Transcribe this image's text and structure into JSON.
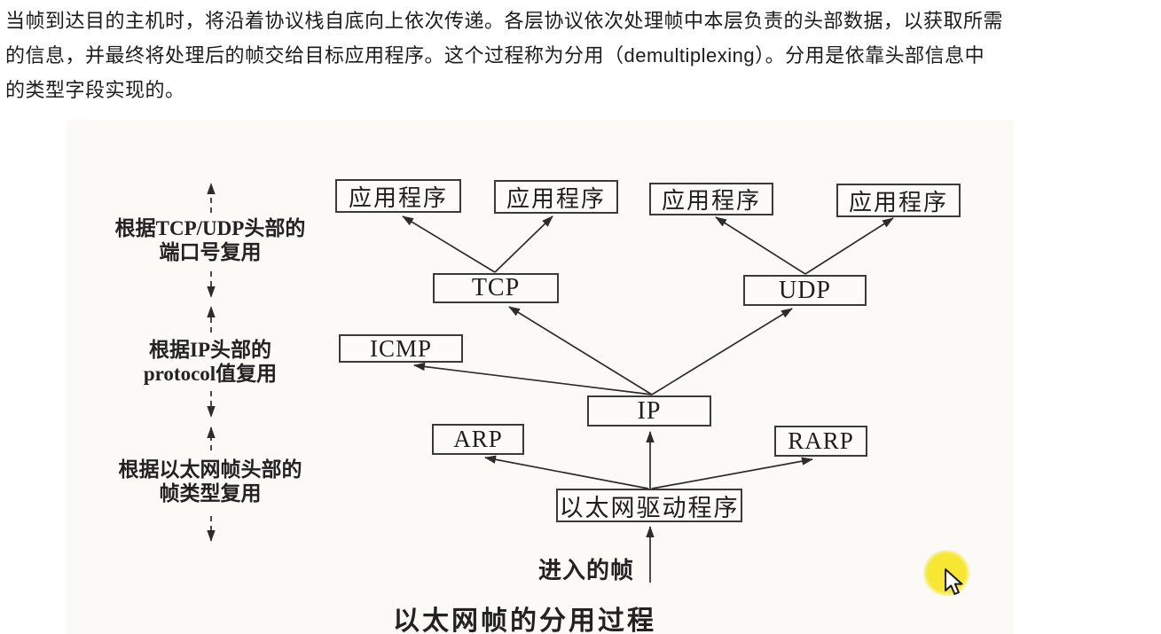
{
  "paragraph": {
    "lines": [
      "当帧到达目的主机时，将沿着协议栈自底向上依次传递。各层协议依次处理帧中本层负责的头部数据，以获取所需",
      "的信息，并最终将处理后的帧交给目标应用程序。这个过程称为分用（demultiplexing）。分用是依靠头部信息中",
      "的类型字段实现的。"
    ]
  },
  "figure": {
    "nodes": {
      "app1": "应用程序",
      "app2": "应用程序",
      "app3": "应用程序",
      "app4": "应用程序",
      "tcp": "TCP",
      "udp": "UDP",
      "icmp": "ICMP",
      "ip": "IP",
      "arp": "ARP",
      "rarp": "RARP",
      "driver": "以太网驱动程序"
    },
    "side_labels": [
      {
        "line1": "根据TCP/UDP头部的",
        "line2": "端口号复用"
      },
      {
        "line1": "根据IP头部的",
        "line2": "protocol值复用"
      },
      {
        "line1": "根据以太网帧头部的",
        "line2": "帧类型复用"
      }
    ],
    "incoming_label": "进入的帧",
    "caption": "以太网帧的分用过程"
  },
  "cursor": {
    "highlight_color": "#f7e733"
  }
}
